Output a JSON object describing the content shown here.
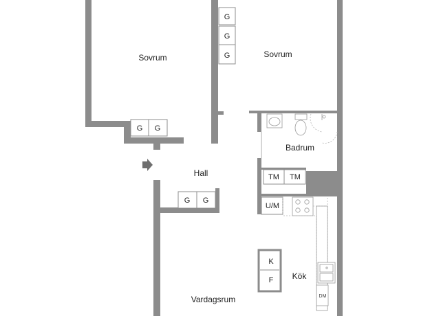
{
  "colors": {
    "wall": "#8c8c8c",
    "text": "#222222",
    "background": "#ffffff"
  },
  "rooms": {
    "sovrum_left": "Sovrum",
    "sovrum_right": "Sovrum",
    "badrum": "Badrum",
    "hall": "Hall",
    "kok": "Kök",
    "vardagsrum": "Vardagsrum"
  },
  "cabinets": {
    "bedroom_right_stack": [
      "G",
      "G",
      "G"
    ],
    "bedroom_left_pair": [
      "G",
      "G"
    ],
    "hall_pair": [
      "G",
      "G"
    ],
    "laundry": [
      "TM",
      "TM"
    ],
    "utility": "U/M",
    "kitchen_fridge": "K",
    "kitchen_freezer": "F",
    "dishwasher": "DM"
  },
  "icons": {
    "entrance": "arrow-right-icon"
  }
}
